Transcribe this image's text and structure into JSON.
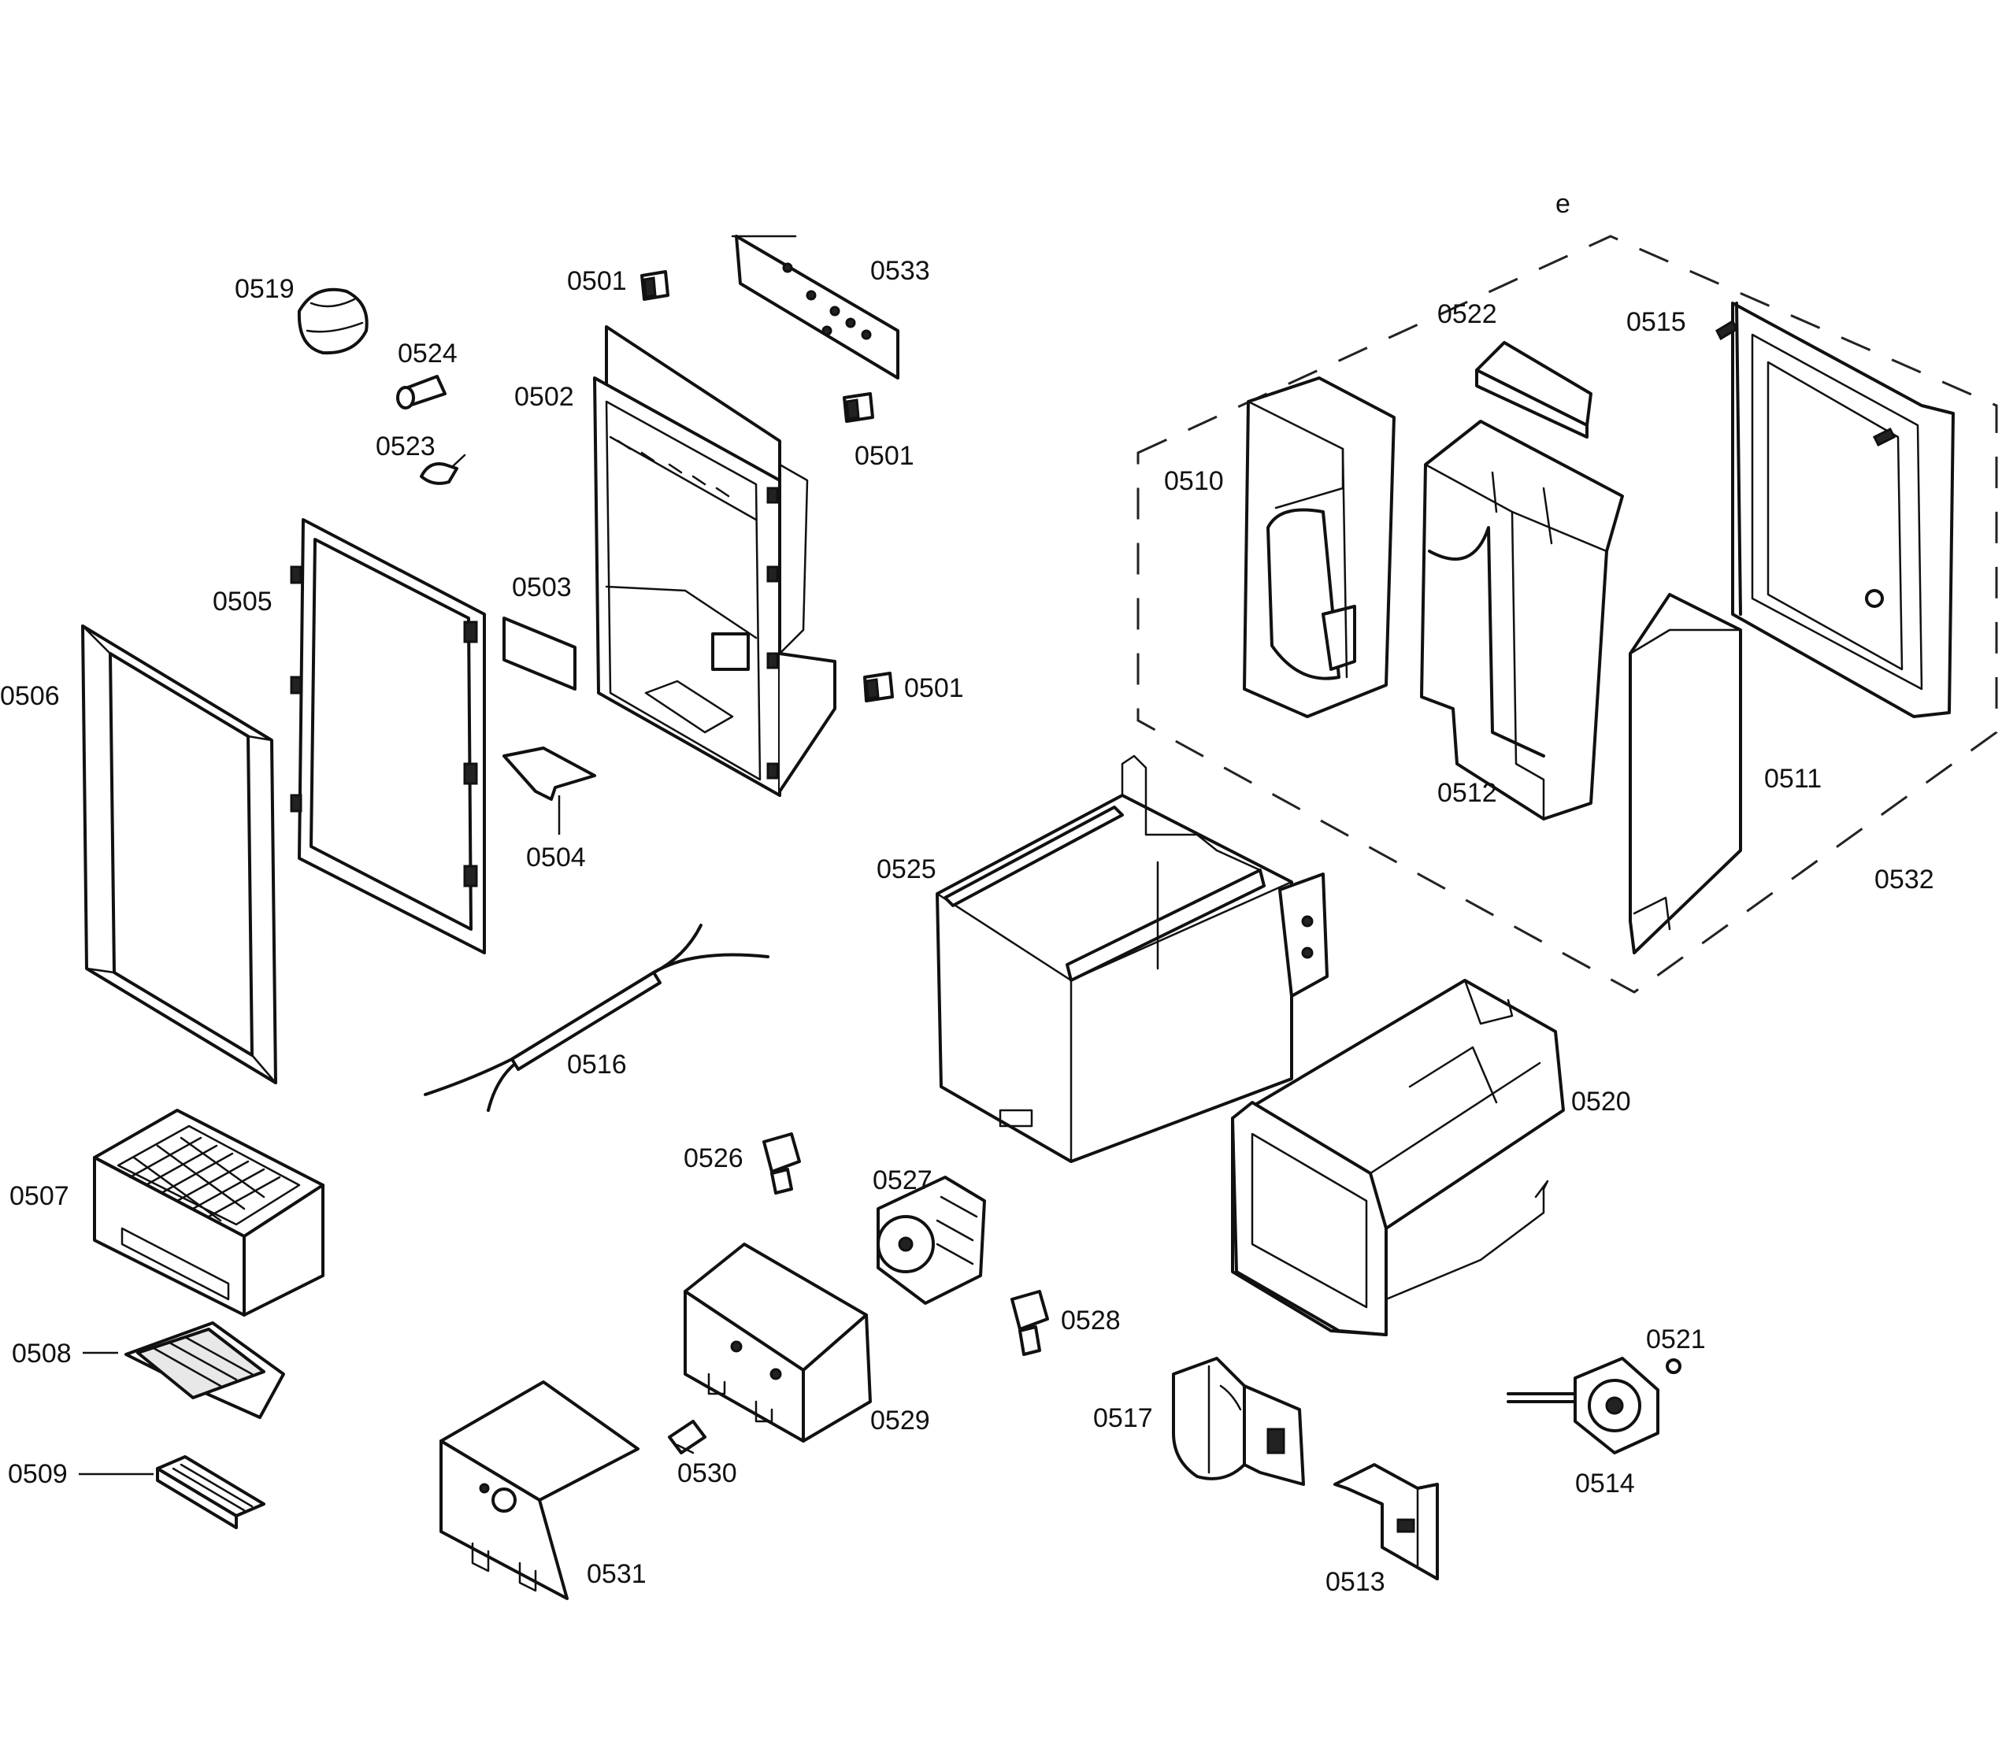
{
  "labels": {
    "p0501a": "0501",
    "p0501b": "0501",
    "p0501c": "0501",
    "p0502": "0502",
    "p0503": "0503",
    "p0504": "0504",
    "p0505": "0505",
    "p0506": "0506",
    "p0507": "0507",
    "p0508": "0508",
    "p0509": "0509",
    "p0510": "0510",
    "p0511": "0511",
    "p0512": "0512",
    "p0513": "0513",
    "p0514": "0514",
    "p0515": "0515",
    "p0516": "0516",
    "p0517": "0517",
    "p0519": "0519",
    "p0520": "0520",
    "p0521": "0521",
    "p0522": "0522",
    "p0523": "0523",
    "p0524": "0524",
    "p0525": "0525",
    "p0526": "0526",
    "p0527": "0527",
    "p0528": "0528",
    "p0529": "0529",
    "p0530": "0530",
    "p0531": "0531",
    "p0532": "0532",
    "p0533": "0533",
    "corner_mark": "e"
  }
}
